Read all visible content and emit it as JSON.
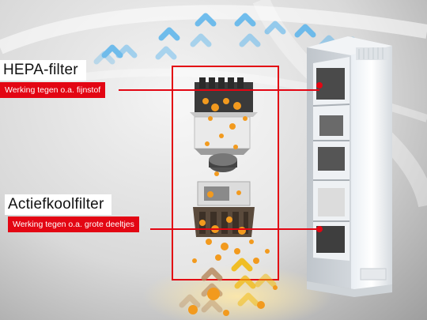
{
  "hepa": {
    "title": "HEPA-filter",
    "description": "Werking tegen o.a. fijnstof"
  },
  "carbon": {
    "title": "Actiefkoolfilter",
    "description": "Werking tegen o.a. grote deeltjes"
  },
  "colors": {
    "accent": "#e30613",
    "airflow_clean": "#5ab4ec",
    "airflow_dirty": "#b4865a",
    "particles": "#f29a1e"
  },
  "icons": [
    "airflow-arrow-icon",
    "particle-dot-icon"
  ]
}
